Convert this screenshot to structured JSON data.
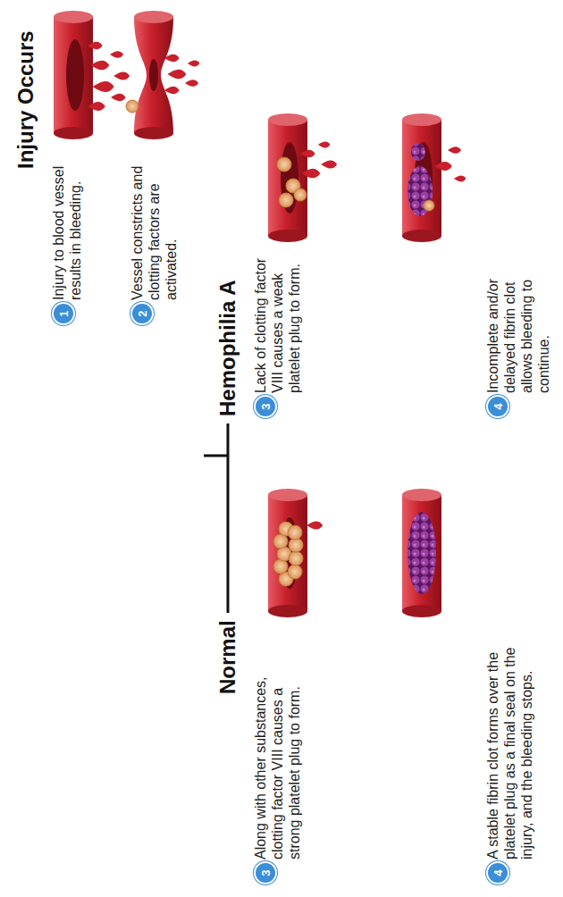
{
  "diagram": {
    "title": "Injury Occurs",
    "nodes": [
      {
        "text": [
          "1"
        ]
      },
      {
        "text": [
          "2"
        ]
      },
      {
        "text": [
          "3"
        ]
      },
      {
        "text": [
          "4"
        ]
      },
      {
        "text": [
          "3"
        ]
      },
      {
        "text": [
          "4"
        ]
      }
    ],
    "labels": [
      "Injury to blood vessel results in bleeding.",
      "Vessel constricts and clotting factors are activated.",
      "Normal",
      "Hemophilia A",
      "Along with other substances, clotting factor VIII causes a strong platelet plug to form.",
      "A stable fibrin clot forms over the platelet plug as a final seal on the injury, and the bleeding stops.",
      "Lack of clotting factor VIII causes a weak platelet plug to form.",
      "Incomplete and/or delayed fibrin clot allows bleeding to continue."
    ]
  }
}
